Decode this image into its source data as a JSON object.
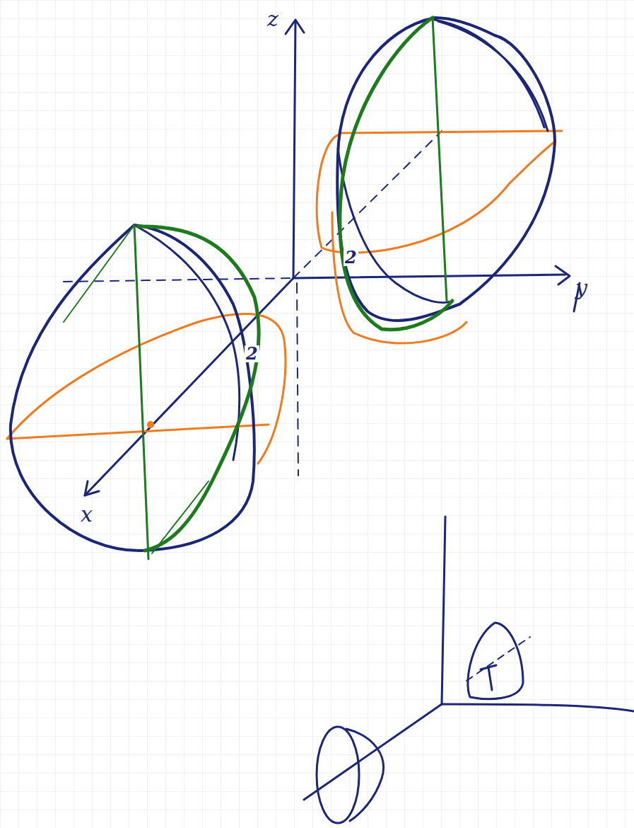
{
  "diagram": {
    "labels": [
      "z",
      "y",
      "x",
      "2",
      "2"
    ]
  }
}
